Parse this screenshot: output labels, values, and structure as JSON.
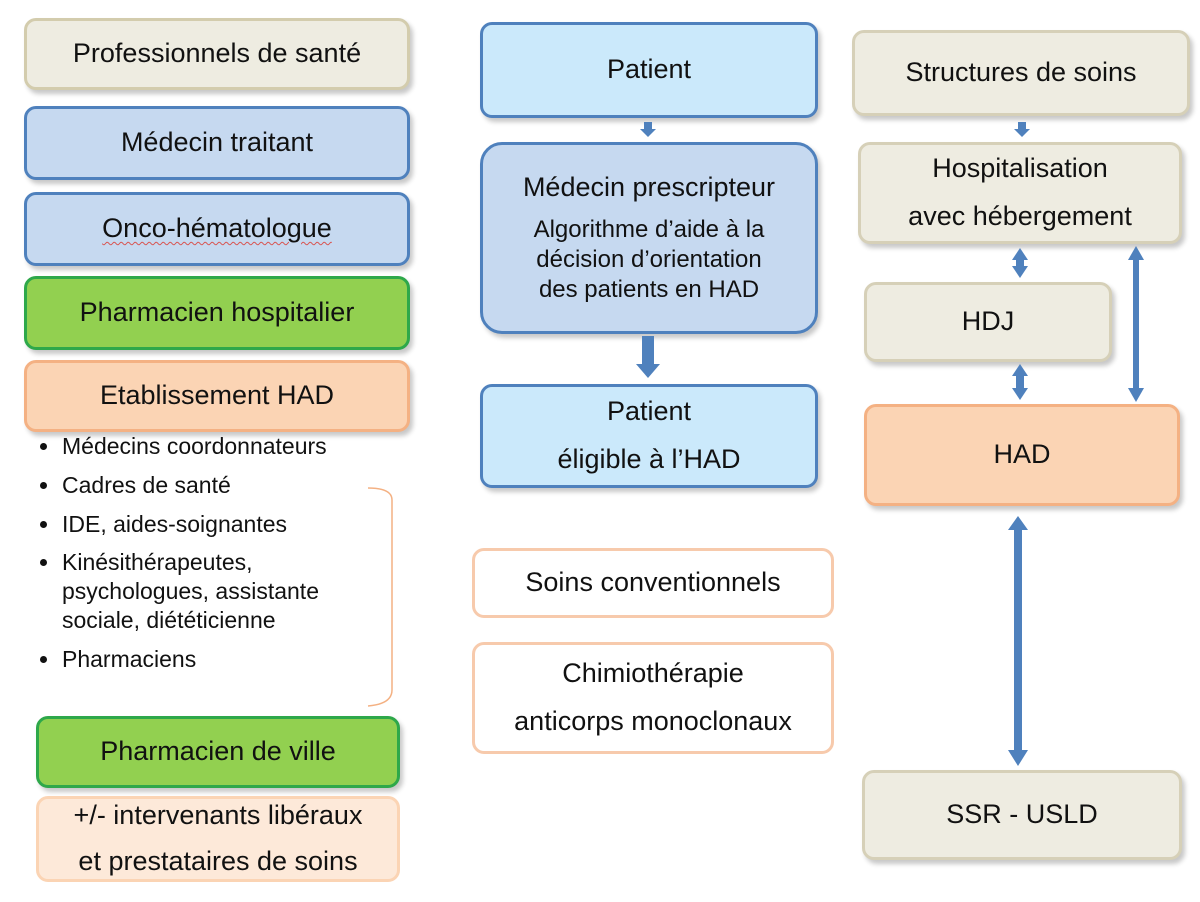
{
  "left": {
    "header": "Professionnels de santé",
    "medecin_traitant": "Médecin traitant",
    "onco": "Onco-hématologue",
    "pharma_hosp": "Pharmacien hospitalier",
    "etab_had": "Etablissement HAD",
    "staff": [
      "Médecins coordonnateurs",
      "Cadres de santé",
      "IDE, aides-soignantes",
      "Kinésithérapeutes, psychologues, assistante sociale, diététicienne",
      "Pharmaciens"
    ],
    "pharma_ville": "Pharmacien de ville",
    "liberaux_line1": "+/- intervenants libéraux",
    "liberaux_line2": "et prestataires de soins"
  },
  "center": {
    "patient": "Patient",
    "prescripteur": "Médecin prescripteur",
    "algo_line1": "Algorithme d’aide à la",
    "algo_line2": "décision d’orientation",
    "algo_line3": "des patients en HAD",
    "eligible_line1": "Patient",
    "eligible_line2": "éligible à l’HAD",
    "soins": "Soins conventionnels",
    "chimio_line1": "Chimiothérapie",
    "chimio_line2": "anticorps monoclonaux"
  },
  "right": {
    "header": "Structures de soins",
    "hospit_line1": "Hospitalisation",
    "hospit_line2": "avec hébergement",
    "hdj": "HDJ",
    "had": "HAD",
    "ssr": "SSR - USLD"
  },
  "colors": {
    "arrow": "#4f81bd",
    "brace": "#f4b183"
  }
}
